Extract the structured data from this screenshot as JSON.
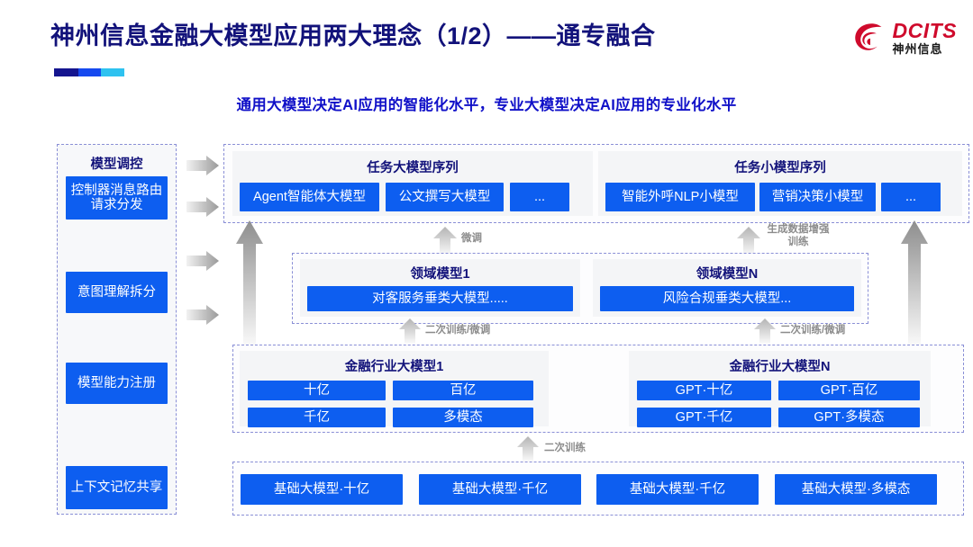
{
  "header": {
    "title": "神州信息金融大模型应用两大理念（1/2）——通专融合",
    "subtitle": "通用大模型决定AI应用的智能化水平，专业大模型决定AI应用的专业化水平",
    "logo_en": "DCITS",
    "logo_cn": "神州信息",
    "accent_navy": "#12127a",
    "accent_blue": "#0d5ef0",
    "accent_red": "#cf0a2c",
    "underline_colors": [
      "#15158f",
      "#1649ef",
      "#2ec2f0"
    ]
  },
  "left_column": {
    "title": "模型调控",
    "items": [
      {
        "label": "控制器消息路由请求分发"
      },
      {
        "label": "意图理解拆分"
      },
      {
        "label": "模型能力注册"
      },
      {
        "label": "上下文记忆共享"
      }
    ]
  },
  "task_sequences": [
    {
      "title": "任务大模型序列",
      "items": [
        "Agent智能体大模型",
        "公文撰写大模型",
        "..."
      ]
    },
    {
      "title": "任务小模型序列",
      "items": [
        "智能外呼NLP小模型",
        "营销决策小模型",
        "..."
      ]
    }
  ],
  "domain_models": [
    {
      "title": "领域模型1",
      "item": "对客服务垂类大模型....."
    },
    {
      "title": "领域模型N",
      "item": "风险合规垂类大模型..."
    }
  ],
  "industry_models": [
    {
      "title": "金融行业大模型1",
      "items": [
        "十亿",
        "百亿",
        "千亿",
        "多模态"
      ]
    },
    {
      "title": "金融行业大模型N",
      "items": [
        "GPT·十亿",
        "GPT·百亿",
        "GPT·千亿",
        "GPT·多模态"
      ]
    }
  ],
  "base_models": [
    "基础大模型·十亿",
    "基础大模型·千亿",
    "基础大模型·千亿",
    "基础大模型·多模态"
  ],
  "arrow_labels": {
    "fine_tune": "微调",
    "data_aug": "生成数据增强训练",
    "retrain_finetune_left": "二次训练/微调",
    "retrain_finetune_right": "二次训练/微调",
    "retrain": "二次训练"
  }
}
